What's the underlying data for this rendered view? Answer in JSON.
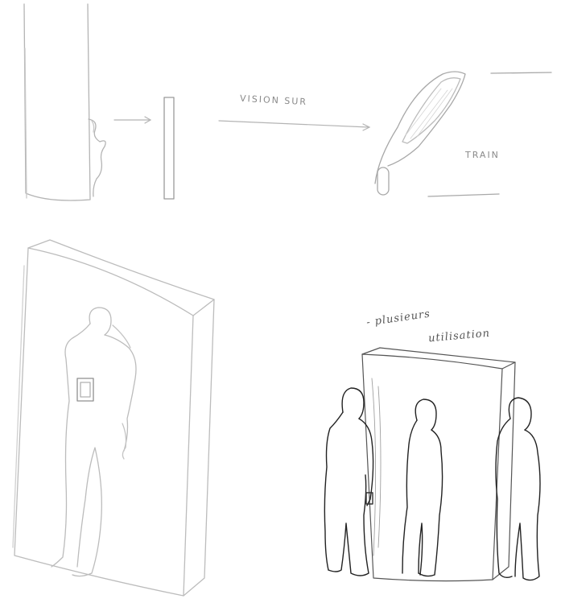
{
  "sketch": {
    "labels": {
      "vision": "VISION SUR",
      "train": "TRAIN",
      "plusieurs": "- plusieurs",
      "utilisation": "utilisation"
    }
  },
  "colors": {
    "paper": "#ffffff",
    "pencil_light": "#b8b8b8",
    "pencil_mid": "#8a8a8a",
    "pen_dark": "#333333"
  }
}
